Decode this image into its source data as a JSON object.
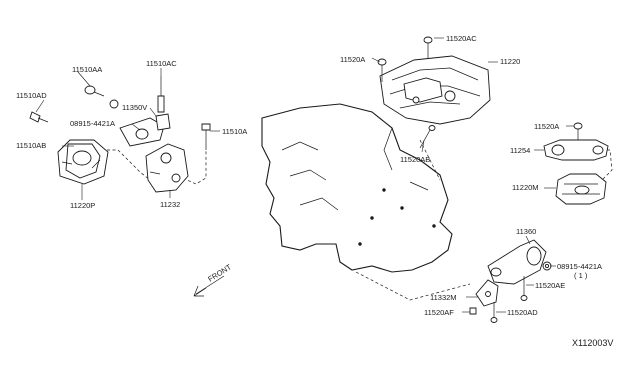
{
  "labels": {
    "l_11510AA": "11510AA",
    "l_11510AC_top": "11510AC",
    "l_11510AD": "11510AD",
    "l_08915_left": "08915-4421A",
    "l_11350V": "11350V",
    "l_11510A": "11510A",
    "l_11510AB": "11510AB",
    "l_11220P": "11220P",
    "l_11232": "11232",
    "l_11520A_top": "11520A",
    "l_11520AC": "11520AC",
    "l_11220": "11220",
    "l_11520AB": "11520AB",
    "l_11520A_right": "11520A",
    "l_11254": "11254",
    "l_11220M": "11220M",
    "l_11360": "11360",
    "l_08915_right": "08915-4421A",
    "l_qty": "( 1 )",
    "l_11520AE": "11520AE",
    "l_11332M": "11332M",
    "l_11520AF": "11520AF",
    "l_11520AD": "11520AD"
  },
  "front_label": "FRONT",
  "diagram_code": "X112003V"
}
